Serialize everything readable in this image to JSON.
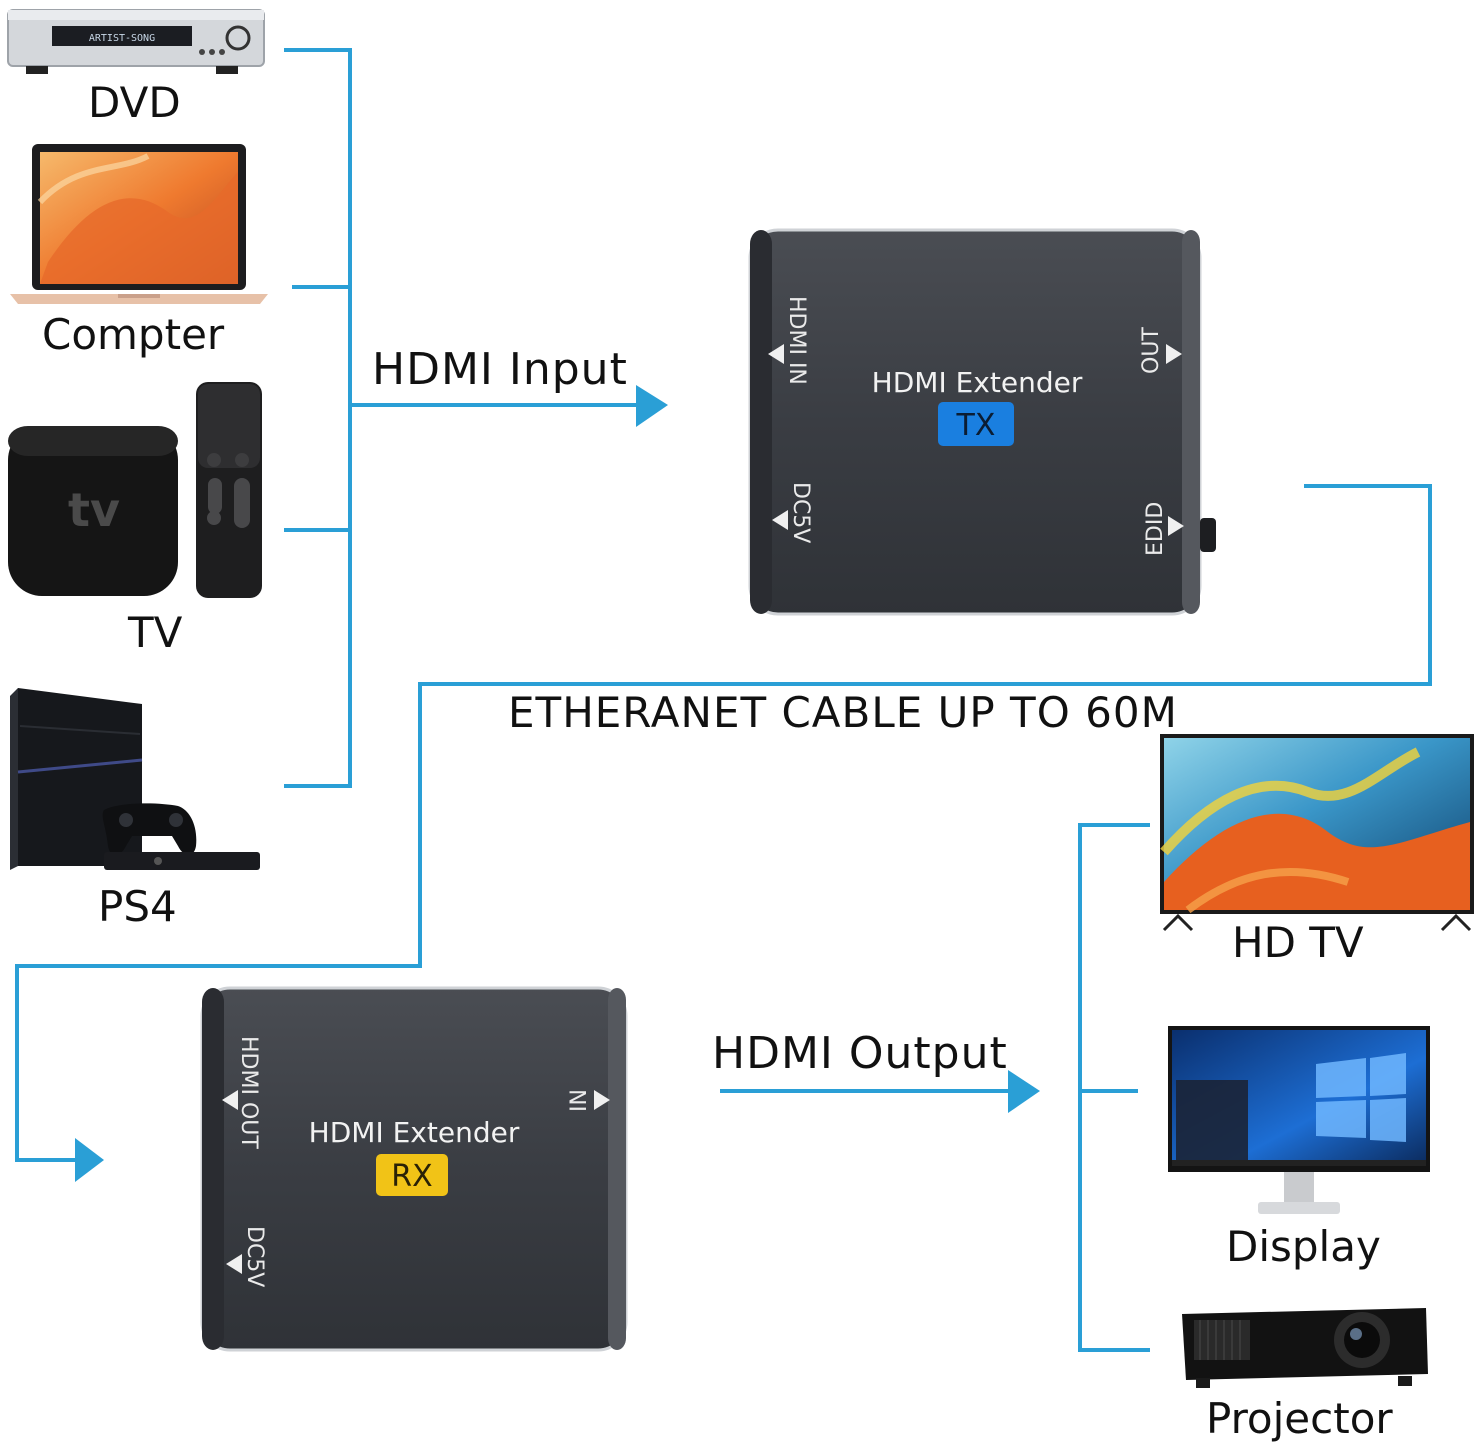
{
  "sources": {
    "dvd": "DVD",
    "computer": "Compter",
    "tv": "TV",
    "ps4": "PS4",
    "dvd_display": "ARTIST-SONG",
    "tv_logo": "tv"
  },
  "connections": {
    "hdmi_input": "HDMI Input",
    "ethernet": "ETHERANET CABLE UP TO 60M",
    "hdmi_output": "HDMI Output"
  },
  "transmitter": {
    "title": "HDMI Extender",
    "badge": "TX",
    "port_hdmi_in": "HDMI IN",
    "port_dc": "DC5V",
    "port_out": "OUT",
    "port_edid": "EDID"
  },
  "receiver": {
    "title": "HDMI Extender",
    "badge": "RX",
    "port_hdmi_out": "HDMI OUT",
    "port_dc": "DC5V",
    "port_in": "IN"
  },
  "outputs": {
    "hdtv": "HD TV",
    "display": "Display",
    "projector": "Projector"
  },
  "colors": {
    "line": "#2a9fd6",
    "device_body": "#3b3e44",
    "tx_badge": "#1a7fe0",
    "rx_badge": "#f1c317"
  }
}
